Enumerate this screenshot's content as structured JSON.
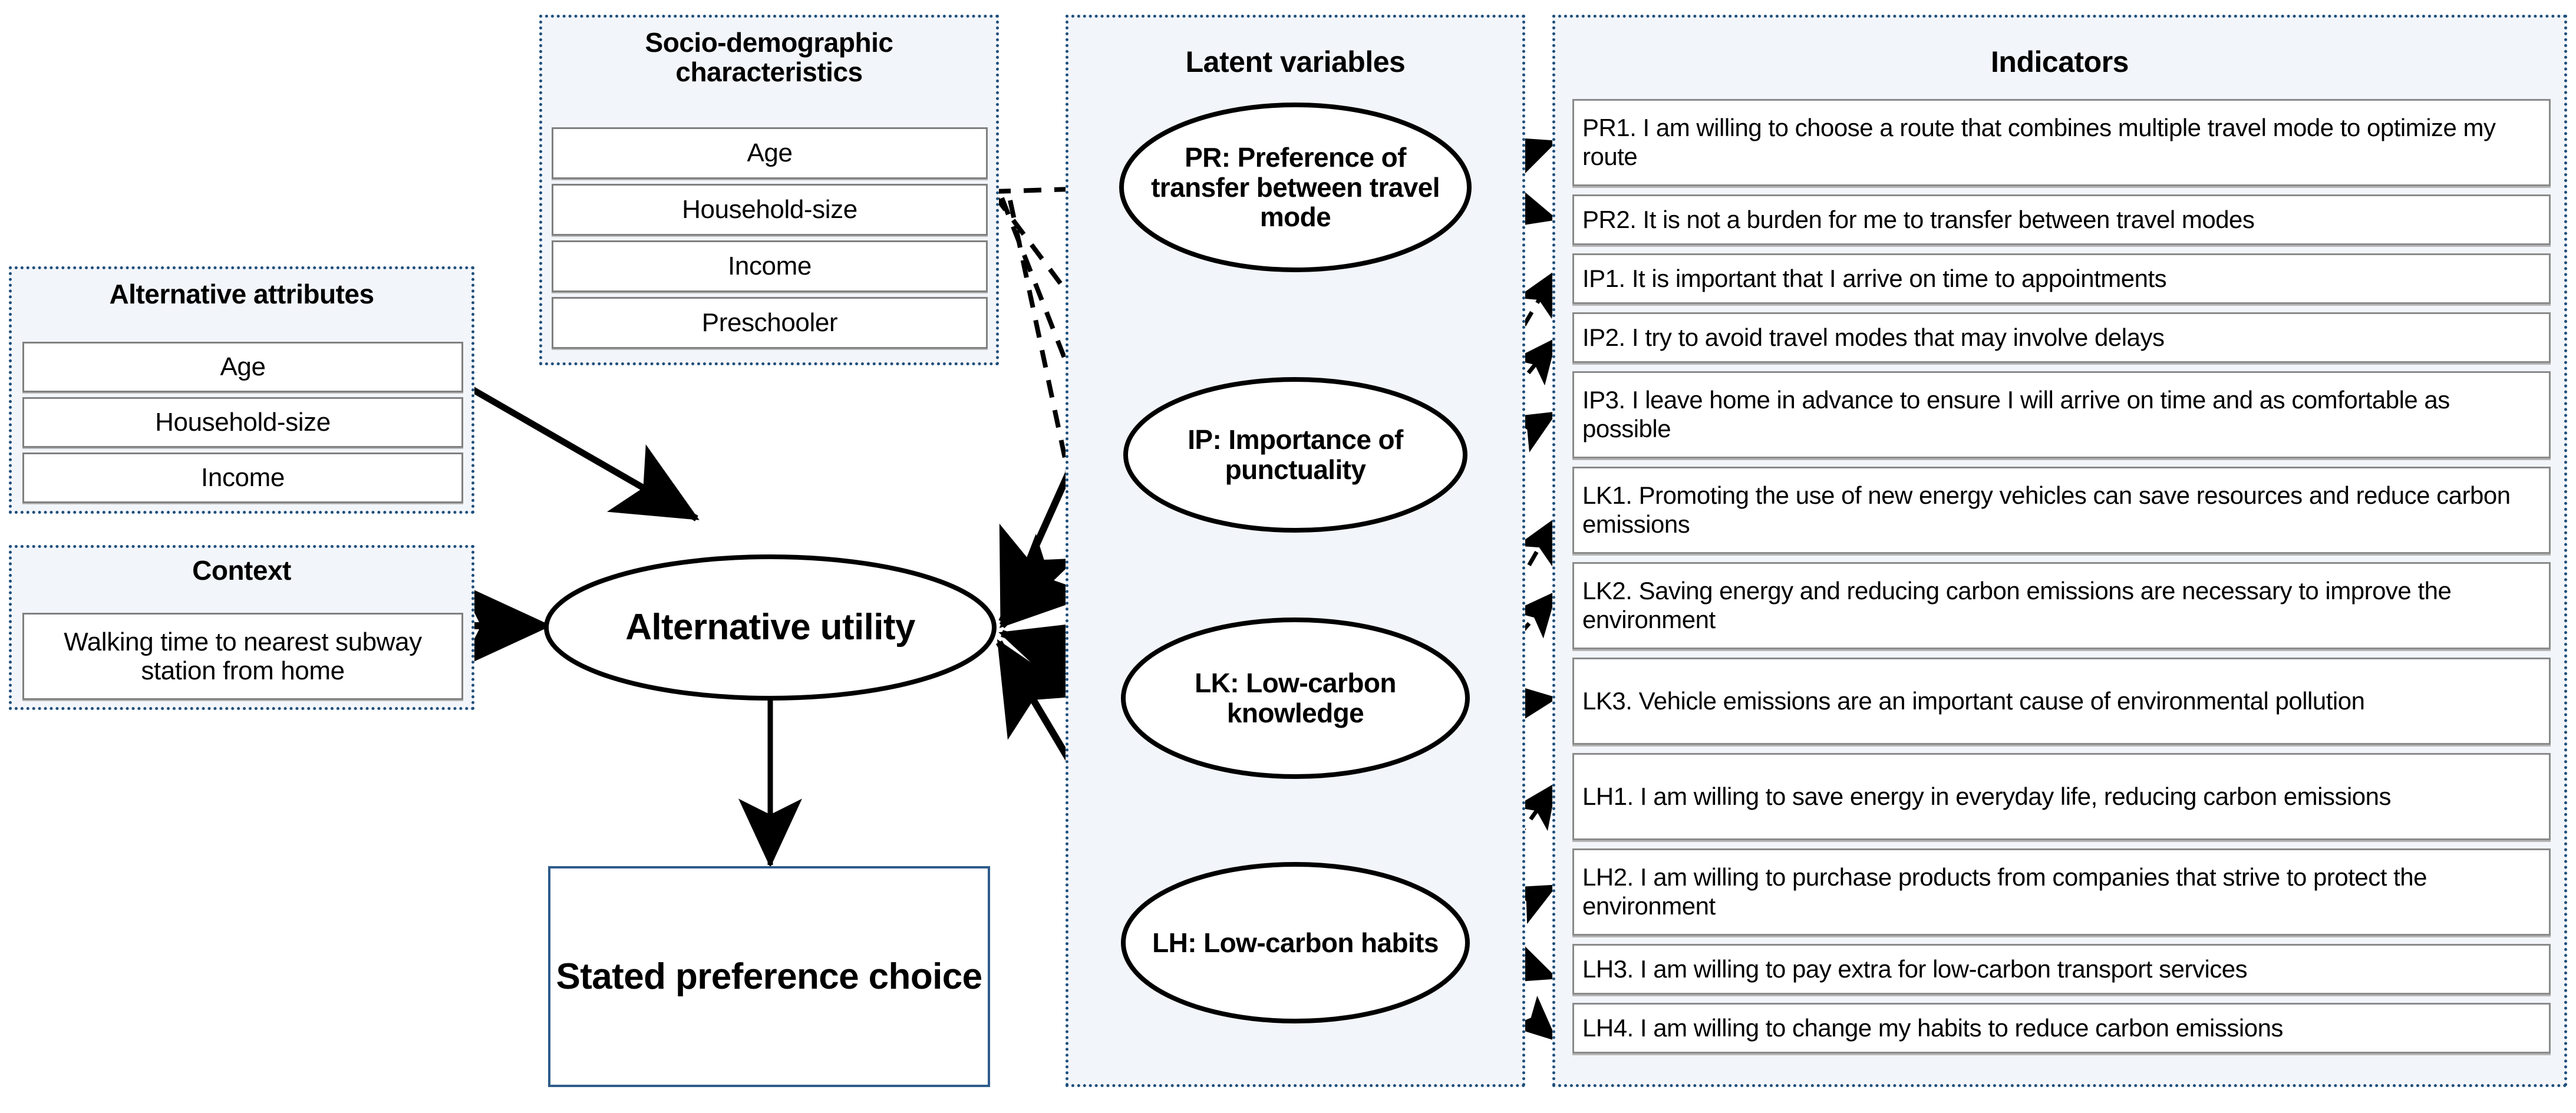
{
  "groups": {
    "alternative_attributes": {
      "title": "Alternative attributes",
      "items": [
        "Age",
        "Household-size",
        "Income"
      ]
    },
    "context": {
      "title": "Context",
      "items": [
        "Walking time to nearest subway station from home"
      ]
    },
    "socio_demographic": {
      "title": "Socio-demographic characteristics",
      "items": [
        "Age",
        "Household-size",
        "Income",
        "Preschooler"
      ]
    },
    "latent_variables": {
      "title": "Latent variables",
      "nodes": [
        {
          "id": "PR",
          "label": "PR: Preference of transfer between travel mode"
        },
        {
          "id": "IP",
          "label": "IP: Importance of punctuality"
        },
        {
          "id": "LK",
          "label": "LK: Low-carbon knowledge"
        },
        {
          "id": "LH",
          "label": "LH: Low-carbon habits"
        }
      ]
    },
    "indicators": {
      "title": "Indicators",
      "items": [
        "PR1. I am willing to choose a route that combines multiple travel mode to optimize my route",
        "PR2. It is not a burden for me to transfer between travel modes",
        "IP1. It is important that I arrive on time to appointments",
        "IP2. I try to avoid travel modes that may involve delays",
        "IP3. I leave home in advance to ensure I will arrive on time and as comfortable as possible",
        "LK1. Promoting the use of new energy vehicles can save resources and reduce carbon emissions",
        "LK2. Saving energy and reducing carbon emissions are necessary to improve the environment",
        "LK3. Vehicle emissions are an important cause of environmental pollution",
        "LH1. I am willing to save energy in everyday life, reducing carbon emissions",
        "LH2. I am willing to purchase products from companies that strive to protect the environment",
        "LH3. I am willing to pay extra for low-carbon transport services",
        "LH4. I am willing to change my habits to reduce carbon emissions"
      ]
    }
  },
  "core": {
    "utility_label": "Alternative utility",
    "outcome_label": "Stated preference choice"
  },
  "colors": {
    "panel_border": "#1F4E79",
    "panel_fill": "#F2F5FA",
    "box_border": "#808080",
    "outcome_border": "#2E5C8A",
    "arrow": "#000000"
  },
  "chart_data": {
    "type": "diagram",
    "title": "Hybrid choice model framework",
    "nodes": [
      {
        "id": "alternative_attributes",
        "kind": "group-box"
      },
      {
        "id": "context",
        "kind": "group-box"
      },
      {
        "id": "socio_demographic",
        "kind": "group-box"
      },
      {
        "id": "alternative_utility",
        "kind": "ellipse"
      },
      {
        "id": "PR",
        "kind": "ellipse"
      },
      {
        "id": "IP",
        "kind": "ellipse"
      },
      {
        "id": "LK",
        "kind": "ellipse"
      },
      {
        "id": "LH",
        "kind": "ellipse"
      },
      {
        "id": "stated_preference_choice",
        "kind": "box"
      }
    ],
    "edges": [
      {
        "from": "alternative_attributes",
        "to": "alternative_utility",
        "style": "solid-thick"
      },
      {
        "from": "context",
        "to": "alternative_utility",
        "style": "solid-thick"
      },
      {
        "from": "alternative_utility",
        "to": "stated_preference_choice",
        "style": "solid"
      },
      {
        "from": "socio_demographic",
        "to": "PR",
        "style": "dashed"
      },
      {
        "from": "socio_demographic",
        "to": "IP",
        "style": "dashed"
      },
      {
        "from": "socio_demographic",
        "to": "LK",
        "style": "dashed"
      },
      {
        "from": "socio_demographic",
        "to": "LH",
        "style": "dashed"
      },
      {
        "from": "PR",
        "to": "alternative_utility",
        "style": "solid-thick"
      },
      {
        "from": "IP",
        "to": "alternative_utility",
        "style": "solid-thick"
      },
      {
        "from": "LK",
        "to": "alternative_utility",
        "style": "solid-thick"
      },
      {
        "from": "LH",
        "to": "alternative_utility",
        "style": "solid-thick"
      },
      {
        "from": "LK",
        "to": "LH",
        "style": "dashed"
      },
      {
        "from": "PR",
        "to": "PR1",
        "style": "dashed"
      },
      {
        "from": "PR",
        "to": "PR2",
        "style": "dashed"
      },
      {
        "from": "IP",
        "to": "IP1",
        "style": "dashed"
      },
      {
        "from": "IP",
        "to": "IP2",
        "style": "dashed"
      },
      {
        "from": "IP",
        "to": "IP3",
        "style": "dashed"
      },
      {
        "from": "LK",
        "to": "LK1",
        "style": "dashed"
      },
      {
        "from": "LK",
        "to": "LK2",
        "style": "dashed"
      },
      {
        "from": "LK",
        "to": "LK3",
        "style": "dashed"
      },
      {
        "from": "LH",
        "to": "LH1",
        "style": "dashed"
      },
      {
        "from": "LH",
        "to": "LH2",
        "style": "dashed"
      },
      {
        "from": "LH",
        "to": "LH3",
        "style": "dashed"
      },
      {
        "from": "LH",
        "to": "LH4",
        "style": "dashed"
      }
    ]
  }
}
